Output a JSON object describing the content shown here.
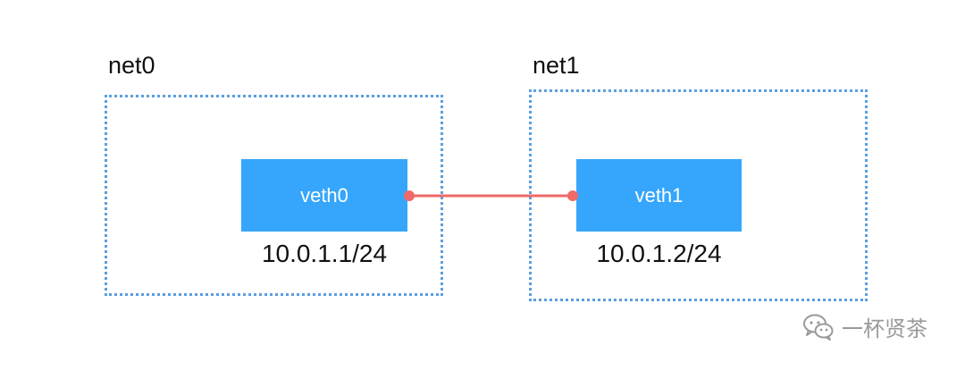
{
  "namespaces": [
    {
      "label": "net0",
      "interface": "veth0",
      "ip": "10.0.1.1/24"
    },
    {
      "label": "net1",
      "interface": "veth1",
      "ip": "10.0.1.2/24"
    }
  ],
  "link": {
    "color": "#f06a6a"
  },
  "colors": {
    "box_border": "#5a9fe0",
    "interface_fill": "#35a6fb"
  },
  "watermark": {
    "text": "一杯贤茶",
    "icon": "wechat-icon"
  }
}
